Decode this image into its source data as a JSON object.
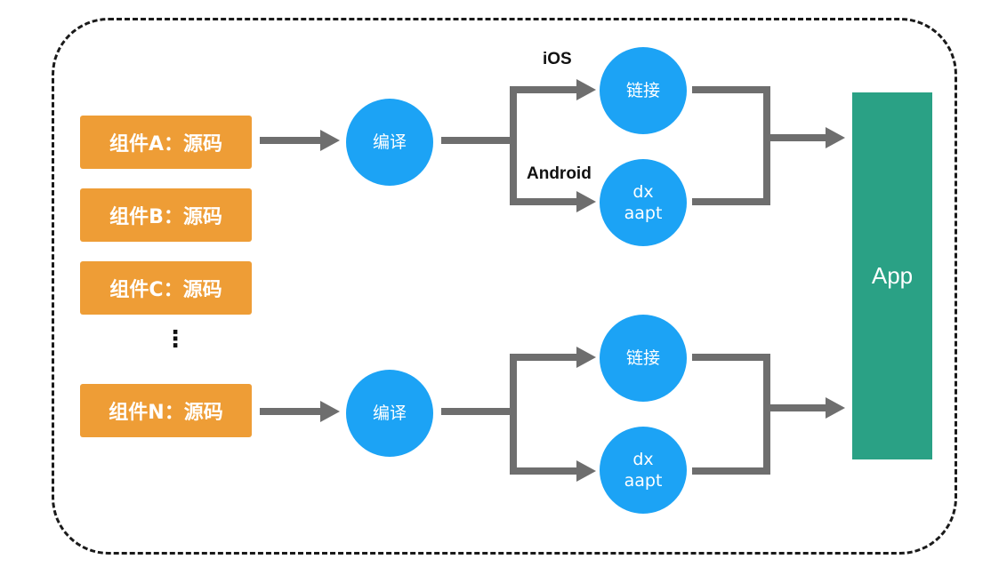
{
  "sources": [
    "组件A：源码",
    "组件B：源码",
    "组件C：源码",
    "组件N：源码"
  ],
  "ellipsis": "⋮",
  "pipelines": [
    {
      "compile_label": "编译",
      "ios_label": "iOS",
      "android_label": "Android",
      "link_label": "链接",
      "dx_line1": "dx",
      "dx_line2": "aapt"
    },
    {
      "compile_label": "编译",
      "link_label": "链接",
      "dx_line1": "dx",
      "dx_line2": "aapt"
    }
  ],
  "app_label": "App",
  "colors": {
    "source_box": "#ee9d36",
    "process_circle": "#1ca3f5",
    "app_box": "#2aa185",
    "arrow": "#6e6e6e",
    "frame": "#1a1a1a"
  }
}
